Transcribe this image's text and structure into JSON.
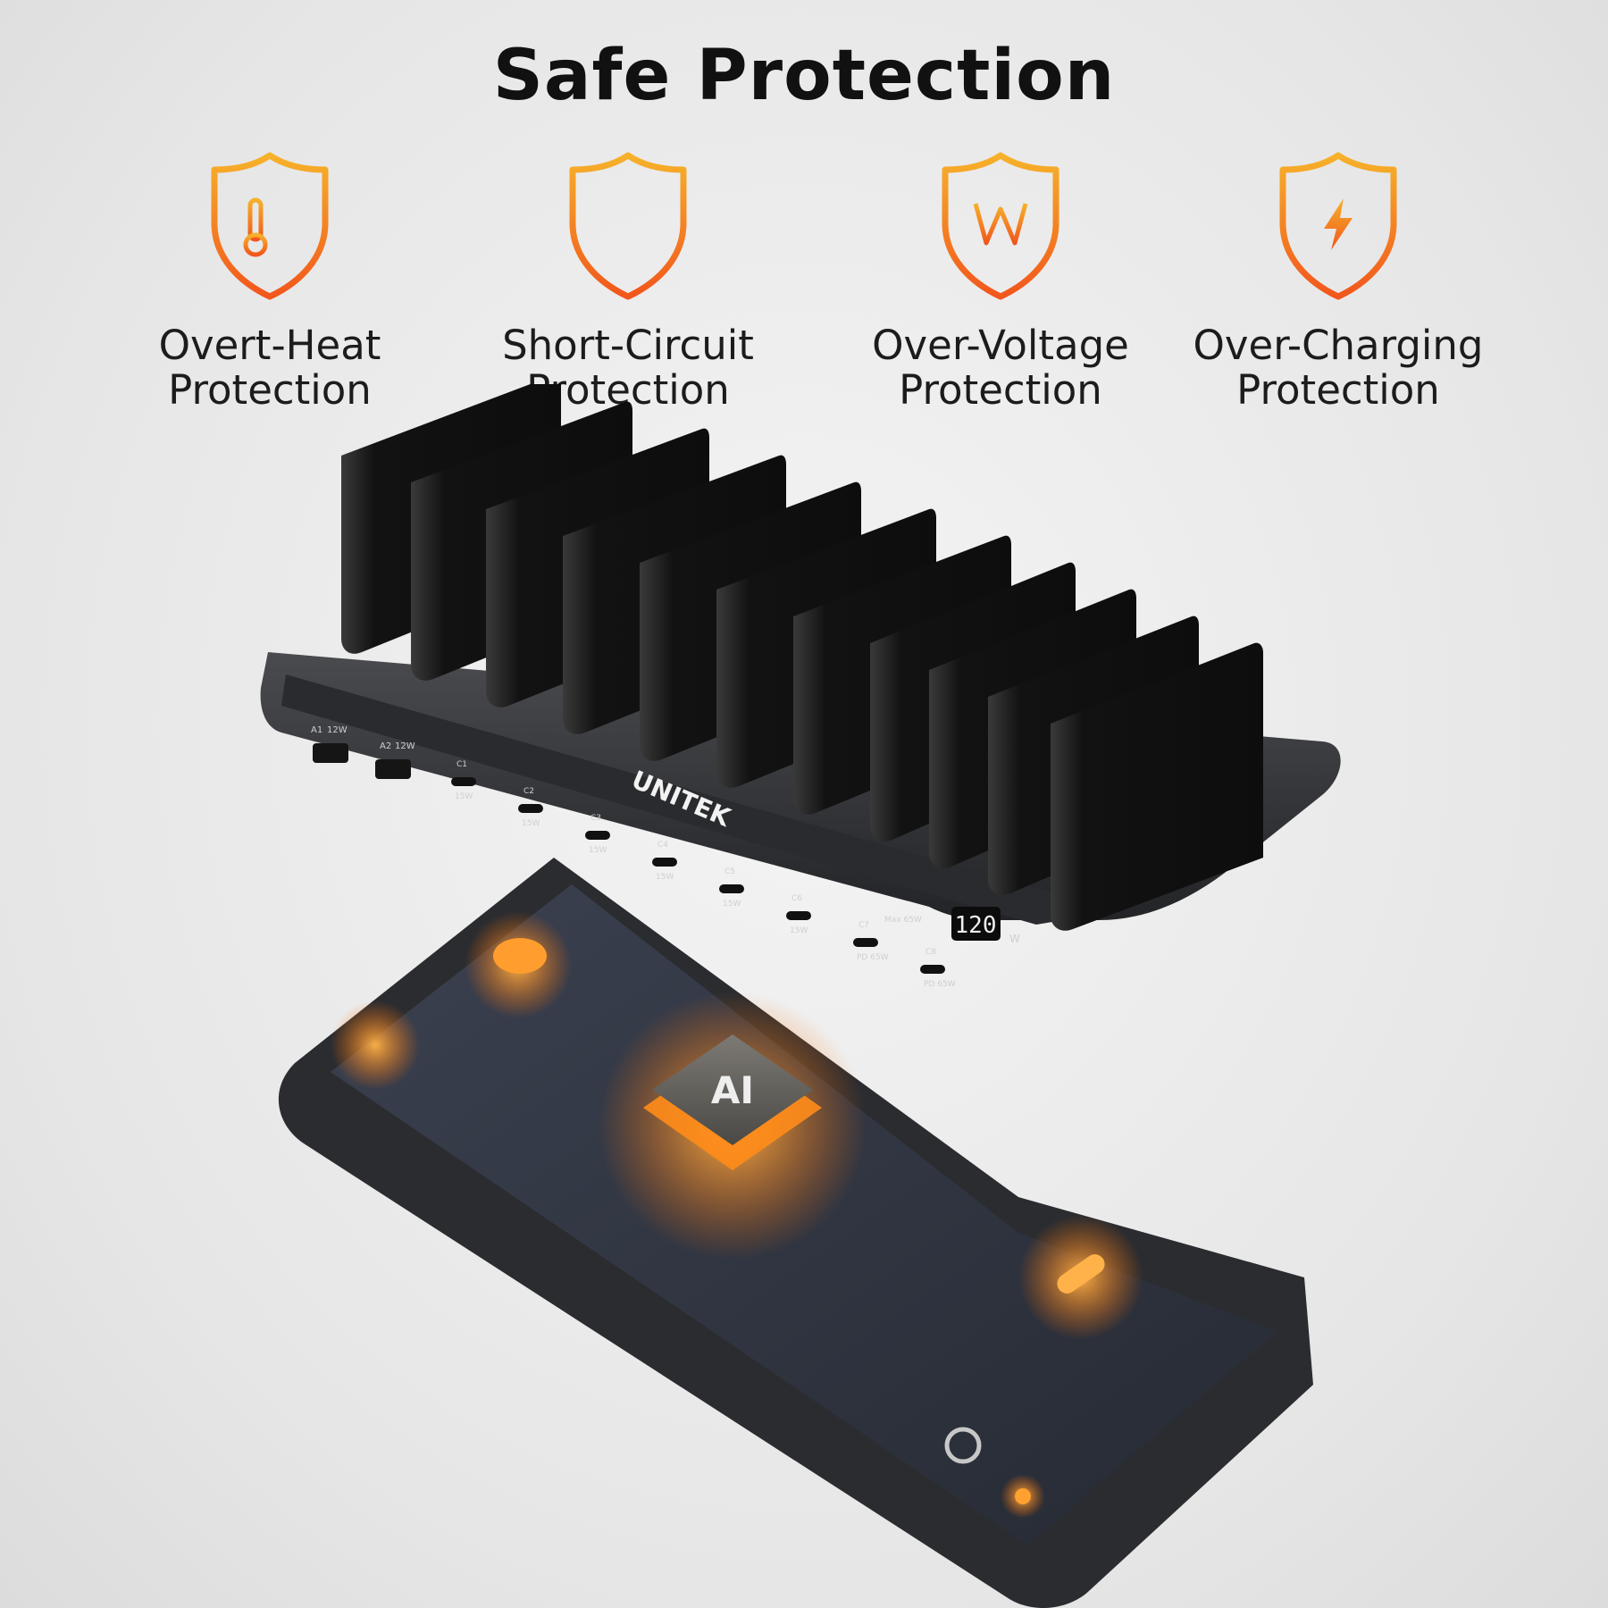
{
  "title": "Safe Protection",
  "features": [
    {
      "icon": "thermometer-plus-icon",
      "line1": "Overt-Heat",
      "line2": "Protection"
    },
    {
      "icon": "capacitor-icon",
      "line1": "Short-Circuit",
      "line2": "Protection"
    },
    {
      "icon": "watt-w-icon",
      "line1": "Over-Voltage",
      "line2": "Protection"
    },
    {
      "icon": "lightning-bolt-icon",
      "line1": "Over-Charging",
      "line2": "Protection"
    }
  ],
  "product": {
    "brand": "UNITEK",
    "display_value": "120",
    "display_unit": "W",
    "chip_label": "AI",
    "ports": [
      {
        "name": "A1",
        "power": "12W"
      },
      {
        "name": "A2",
        "power": "12W"
      },
      {
        "name": "C1",
        "power": "15W"
      },
      {
        "name": "C2",
        "power": "15W"
      },
      {
        "name": "C3",
        "power": "15W"
      },
      {
        "name": "C4",
        "power": "15W"
      },
      {
        "name": "C5",
        "power": "15W"
      },
      {
        "name": "C6",
        "power": "15W"
      },
      {
        "name": "C7",
        "power": "PD 65W"
      },
      {
        "name": "C8",
        "power": "PD 65W"
      }
    ],
    "max_label": "Max 65W"
  },
  "colors": {
    "accent_orange": "#f26a1b",
    "accent_yellow": "#f6b12a",
    "body_dark": "#2a2b2e",
    "slot_black": "#141414"
  }
}
